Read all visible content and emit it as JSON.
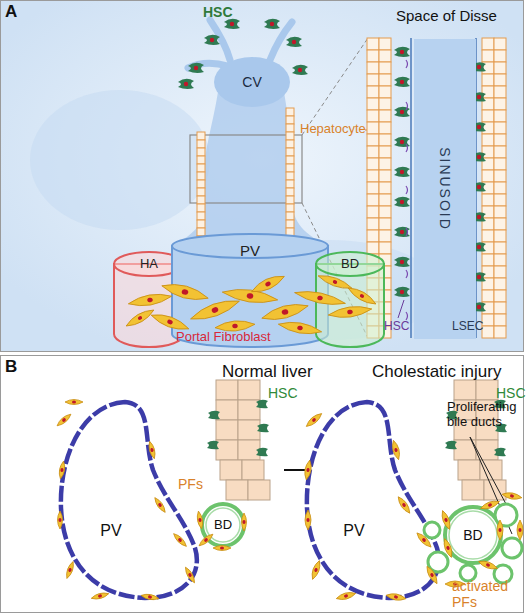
{
  "diagram": {
    "nodes": [
      {
        "text": [
          "A"
        ]
      },
      {
        "text": [
          "CV"
        ],
        "in": 0
      },
      {
        "text": [
          "HA"
        ],
        "in": 0
      },
      {
        "text": [
          "PV"
        ],
        "in": 0
      },
      {
        "text": [
          "BD"
        ],
        "in": 0
      },
      {
        "text": [
          "SINUSOID"
        ],
        "in": 0
      },
      {
        "text": [
          "B"
        ]
      },
      {
        "text": [
          "PV"
        ],
        "in": 6
      },
      {
        "text": [
          "BD"
        ],
        "in": 6
      },
      {
        "text": [
          "PV"
        ],
        "in": 6
      },
      {
        "text": [
          "BD"
        ],
        "in": 6
      }
    ],
    "labels": [
      "HSC",
      "Space of Disse",
      "Hepatocyte",
      "Portal Fibroblast",
      "HSC",
      "LSEC",
      "Normal liver",
      "Cholestatic injury",
      "HSC",
      "PFs",
      "HSC",
      "Proliferating bile ducts",
      "activated PFs"
    ]
  }
}
